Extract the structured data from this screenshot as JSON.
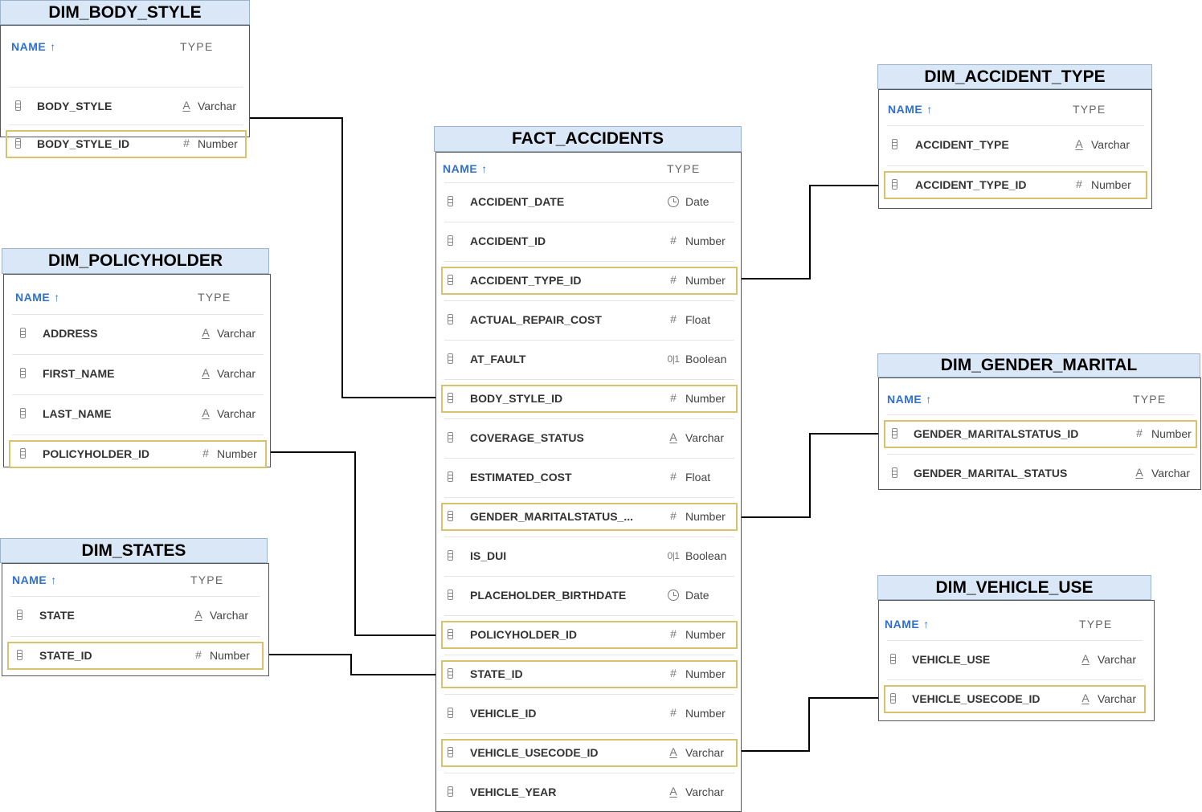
{
  "headers": {
    "name": "NAME",
    "type": "TYPE"
  },
  "icons": {
    "sort_arrow": "arrow-up-icon",
    "column": "column-icon",
    "number": "hash-icon",
    "text": "text-a-icon",
    "date": "clock-icon",
    "boolean": "boolean-icon"
  },
  "colors": {
    "header_bg": "#d9e7f7",
    "accent": "#2f6fcf",
    "key_outline": "#d9c26e"
  },
  "entities": {
    "dim_body_style": {
      "title": "DIM_BODY_STYLE",
      "columns": [
        {
          "name": "BODY_STYLE",
          "type": "Varchar",
          "key": false
        },
        {
          "name": "BODY_STYLE_ID",
          "type": "Number",
          "key": true
        }
      ]
    },
    "dim_policyholder": {
      "title": "DIM_POLICYHOLDER",
      "columns": [
        {
          "name": "ADDRESS",
          "type": "Varchar",
          "key": false
        },
        {
          "name": "FIRST_NAME",
          "type": "Varchar",
          "key": false
        },
        {
          "name": "LAST_NAME",
          "type": "Varchar",
          "key": false
        },
        {
          "name": "POLICYHOLDER_ID",
          "type": "Number",
          "key": true
        }
      ]
    },
    "dim_states": {
      "title": "DIM_STATES",
      "columns": [
        {
          "name": "STATE",
          "type": "Varchar",
          "key": false
        },
        {
          "name": "STATE_ID",
          "type": "Number",
          "key": true
        }
      ]
    },
    "fact_accidents": {
      "title": "FACT_ACCIDENTS",
      "columns": [
        {
          "name": "ACCIDENT_DATE",
          "type": "Date",
          "key": false
        },
        {
          "name": "ACCIDENT_ID",
          "type": "Number",
          "key": false
        },
        {
          "name": "ACCIDENT_TYPE_ID",
          "type": "Number",
          "key": true
        },
        {
          "name": "ACTUAL_REPAIR_COST",
          "type": "Float",
          "key": false
        },
        {
          "name": "AT_FAULT",
          "type": "Boolean",
          "key": false
        },
        {
          "name": "BODY_STYLE_ID",
          "type": "Number",
          "key": true
        },
        {
          "name": "COVERAGE_STATUS",
          "type": "Varchar",
          "key": false
        },
        {
          "name": "ESTIMATED_COST",
          "type": "Float",
          "key": false
        },
        {
          "name": "GENDER_MARITALSTATUS_...",
          "type": "Number",
          "key": true
        },
        {
          "name": "IS_DUI",
          "type": "Boolean",
          "key": false
        },
        {
          "name": "PLACEHOLDER_BIRTHDATE",
          "type": "Date",
          "key": false
        },
        {
          "name": "POLICYHOLDER_ID",
          "type": "Number",
          "key": true
        },
        {
          "name": "STATE_ID",
          "type": "Number",
          "key": true
        },
        {
          "name": "VEHICLE_ID",
          "type": "Number",
          "key": false
        },
        {
          "name": "VEHICLE_USECODE_ID",
          "type": "Varchar",
          "key": true
        },
        {
          "name": "VEHICLE_YEAR",
          "type": "Varchar",
          "key": false
        }
      ]
    },
    "dim_accident_type": {
      "title": "DIM_ACCIDENT_TYPE",
      "columns": [
        {
          "name": "ACCIDENT_TYPE",
          "type": "Varchar",
          "key": false
        },
        {
          "name": "ACCIDENT_TYPE_ID",
          "type": "Number",
          "key": true
        }
      ]
    },
    "dim_gender_marital": {
      "title": "DIM_GENDER_MARITAL",
      "columns": [
        {
          "name": "GENDER_MARITALSTATUS_ID",
          "type": "Number",
          "key": true
        },
        {
          "name": "GENDER_MARITAL_STATUS",
          "type": "Varchar",
          "key": false
        }
      ]
    },
    "dim_vehicle_use": {
      "title": "DIM_VEHICLE_USE",
      "columns": [
        {
          "name": "VEHICLE_USE",
          "type": "Varchar",
          "key": false
        },
        {
          "name": "VEHICLE_USECODE_ID",
          "type": "Varchar",
          "key": true
        }
      ]
    }
  },
  "relationships": [
    {
      "from": "dim_body_style.BODY_STYLE_ID",
      "to": "fact_accidents.BODY_STYLE_ID"
    },
    {
      "from": "dim_policyholder.POLICYHOLDER_ID",
      "to": "fact_accidents.POLICYHOLDER_ID"
    },
    {
      "from": "dim_states.STATE_ID",
      "to": "fact_accidents.STATE_ID"
    },
    {
      "from": "fact_accidents.ACCIDENT_TYPE_ID",
      "to": "dim_accident_type.ACCIDENT_TYPE_ID"
    },
    {
      "from": "fact_accidents.GENDER_MARITALSTATUS_ID",
      "to": "dim_gender_marital.GENDER_MARITALSTATUS_ID"
    },
    {
      "from": "fact_accidents.VEHICLE_USECODE_ID",
      "to": "dim_vehicle_use.VEHICLE_USECODE_ID"
    }
  ]
}
